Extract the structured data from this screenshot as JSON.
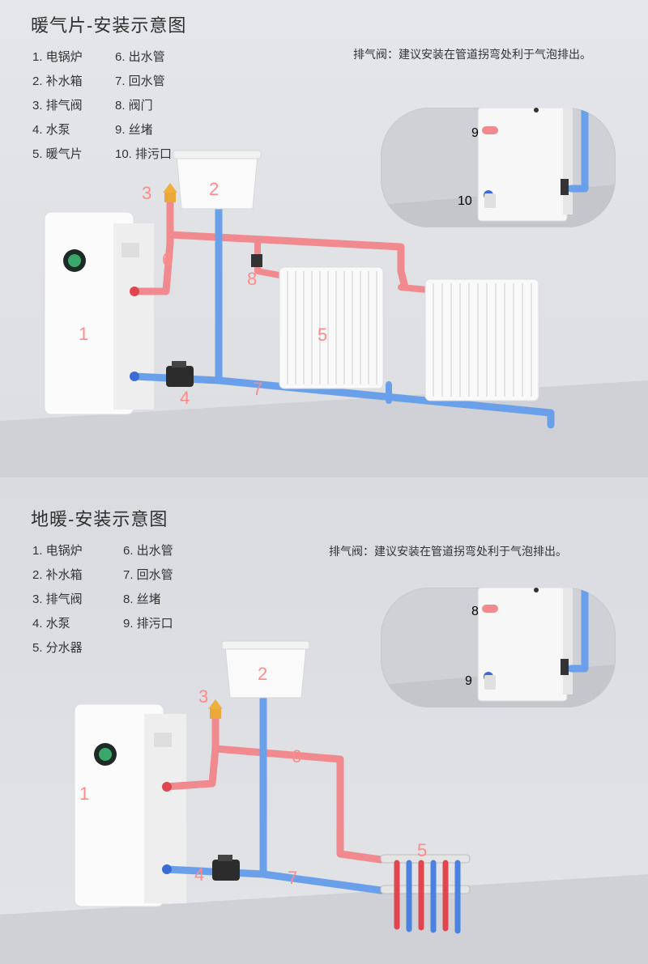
{
  "top": {
    "title": "暖气片-安装示意图",
    "legend_col1": [
      "1. 电锅炉",
      "2. 补水箱",
      "3. 排气阀",
      "4. 水泵",
      "5. 暖气片"
    ],
    "legend_col2": [
      "6. 出水管",
      "7. 回水管",
      "8. 阀门",
      "9. 丝堵",
      "10. 排污口"
    ],
    "note": "排气阀：建议安装在管道拐弯处利于气泡排出。",
    "markers": {
      "boiler": "1",
      "tank": "2",
      "vent": "3",
      "pump": "4",
      "radiator": "5",
      "outlet": "6",
      "return": "7",
      "valve": "8"
    },
    "inset_markers": {
      "plug": "9",
      "drain": "10"
    }
  },
  "bottom": {
    "title": "地暖-安装示意图",
    "legend_col1": [
      "1. 电锅炉",
      "2. 补水箱",
      "3. 排气阀",
      "4. 水泵",
      "5. 分水器"
    ],
    "legend_col2": [
      "6. 出水管",
      "7. 回水管",
      "8. 丝堵",
      "9. 排污口"
    ],
    "note": "排气阀：建议安装在管道拐弯处利于气泡排出。",
    "markers": {
      "boiler": "1",
      "tank": "2",
      "vent": "3",
      "pump": "4",
      "manifold": "5",
      "outlet": "6",
      "return": "7"
    },
    "inset_markers": {
      "plug": "8",
      "drain": "9"
    }
  },
  "colors": {
    "hot_pipe": "#f08a8f",
    "cold_pipe": "#6aa0ea",
    "marker": "#ff8a8a",
    "wall": "#dcdee2"
  }
}
